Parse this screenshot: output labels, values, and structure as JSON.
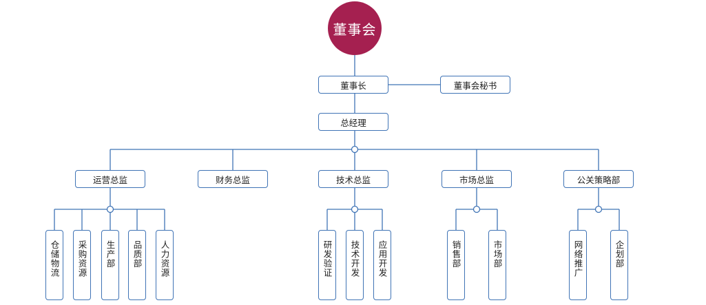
{
  "colors": {
    "line": "#3f73b5",
    "root_fill": "#a52050",
    "text": "#222222"
  },
  "root": {
    "label": "董事会"
  },
  "chairman": {
    "label": "董事长"
  },
  "secretary": {
    "label": "董事会秘书"
  },
  "gm": {
    "label": "总经理"
  },
  "directors": [
    {
      "label": "运营总监"
    },
    {
      "label": "财务总监"
    },
    {
      "label": "技术总监"
    },
    {
      "label": "市场总监"
    },
    {
      "label": "公关策略部"
    }
  ],
  "departments": [
    {
      "label": "仓储物流"
    },
    {
      "label": "采购资源"
    },
    {
      "label": "生产部"
    },
    {
      "label": "品质部"
    },
    {
      "label": "人力资源"
    },
    {
      "label": "研发验证"
    },
    {
      "label": "技术开发"
    },
    {
      "label": "应用开发"
    },
    {
      "label": "销售部"
    },
    {
      "label": "市场部"
    },
    {
      "label": "网络推广"
    },
    {
      "label": "企划部"
    }
  ]
}
